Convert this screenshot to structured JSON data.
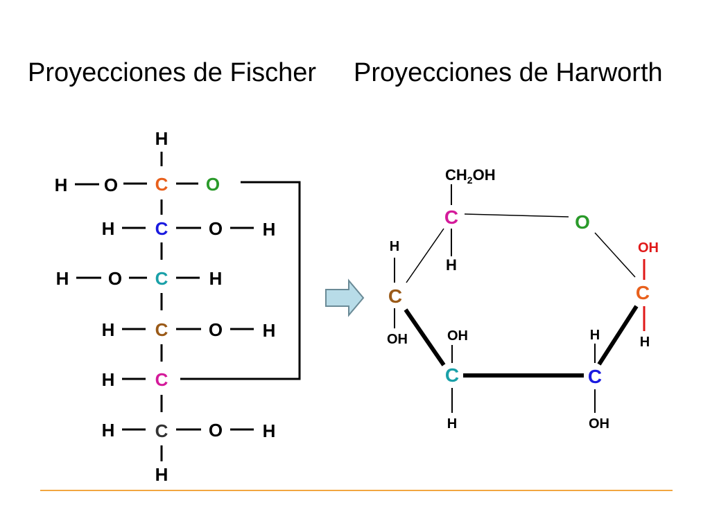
{
  "titles": {
    "fischer": "Proyecciones de Fischer",
    "haworth": "Proyecciones de Harworth"
  },
  "atoms": {
    "H": "H",
    "O": "O",
    "C": "C",
    "OH": "OH",
    "CH": "CH",
    "sub2": "2"
  },
  "colors": {
    "carbon1": "#e8601c",
    "carbon2": "#1a1adf",
    "carbon3": "#1aa0a8",
    "carbon4": "#9a5a18",
    "carbon5": "#d41a9a",
    "carbon6": "#333333",
    "ring_oxygen": "#2a9a2a",
    "anomeric_oh": "#e01818",
    "bond": "#000000",
    "arrow_fill": "#b8dce8",
    "arrow_stroke": "#6a8a96",
    "divider": "#f2a640"
  }
}
